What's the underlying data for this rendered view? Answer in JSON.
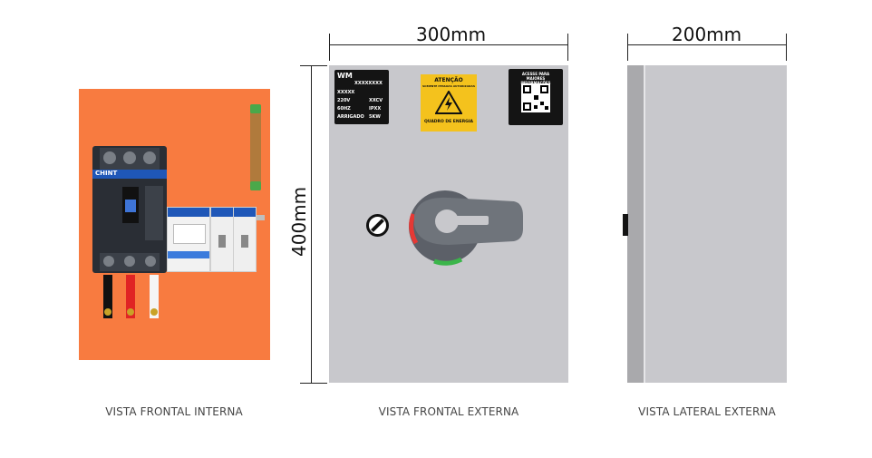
{
  "views": {
    "internal": {
      "caption": "VISTA FRONTAL INTERNA"
    },
    "external_front": {
      "caption": "VISTA FRONTAL EXTERNA"
    },
    "external_side": {
      "caption": "VISTA LATERAL EXTERNA"
    }
  },
  "dimensions": {
    "width_front": "300mm",
    "height": "400mm",
    "depth": "200mm"
  },
  "plate_label": {
    "brand": "WM",
    "serial": "XXXXXXXX",
    "model": "XXXXX",
    "voltage": "220V",
    "current": "XXCV",
    "frequency": "60HZ",
    "protection": "IPXX",
    "bottom": "ARRIGADO",
    "power": "5KW"
  },
  "warning_label": {
    "title": "ATENÇÃO",
    "subtitle": "SOMENTE PESSOAS AUTORIZADAS",
    "footer": "QUADRO DE ENERGIA"
  },
  "qr_label": {
    "title": "ACESSE PARA MAIORES INFORMAÇÕES"
  },
  "breaker": {
    "brand": "CHINT"
  },
  "colors": {
    "orange_panel": "#f87b40",
    "enclosure": "#c8c8cc",
    "side_edge": "#a9a9ac",
    "warning_yellow": "#f4c21d"
  }
}
